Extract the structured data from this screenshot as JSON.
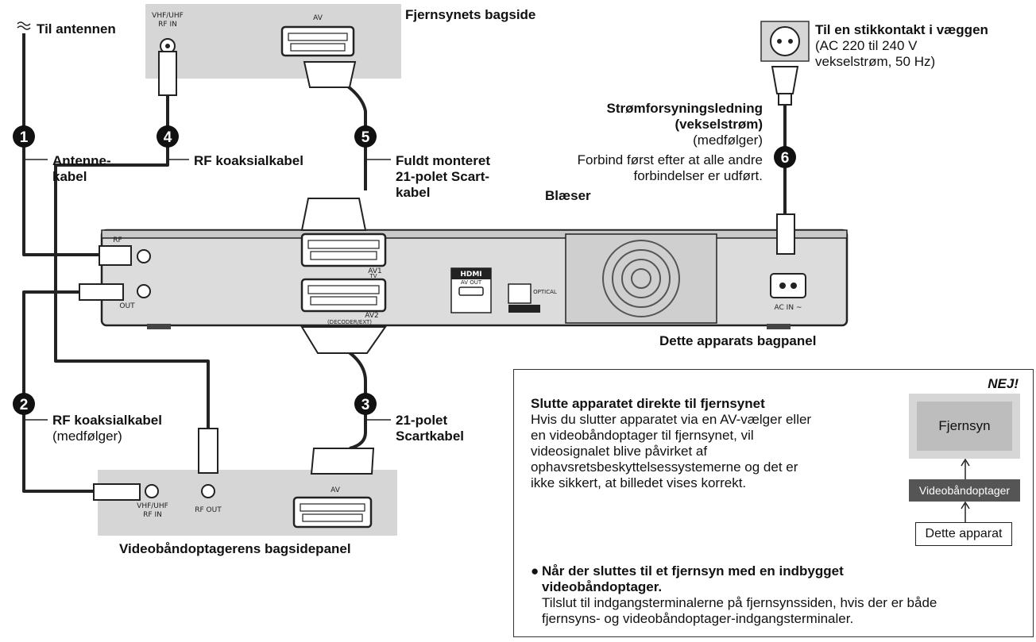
{
  "labels": {
    "til_antennen": "Til antennen",
    "tv_back": "Fjernsynets bagside",
    "wall_socket": "Til en stikkontakt i væggen",
    "wall_socket_detail": [
      "(AC 220 til 240 V",
      "vekselstrøm, 50 Hz)"
    ],
    "power_cord_title": [
      "Strømforsyningsledning",
      "(vekselstrøm)"
    ],
    "power_cord_sub": "(medfølger)",
    "power_cord_note": [
      "Forbind først efter at alle andre",
      "forbindelser er udført."
    ],
    "antenna_cable": [
      "Antenne-",
      "kabel"
    ],
    "rf_coax_4": "RF koaksialkabel",
    "scart_full": [
      "Fuldt monteret",
      "21-polet Scart-",
      "kabel"
    ],
    "blower": "Blæser",
    "unit_back": "Dette apparats bagpanel",
    "rf_coax_2": "RF koaksialkabel",
    "rf_coax_2_sub": "(medfølger)",
    "scart_3": [
      "21-polet",
      "Scartkabel"
    ],
    "vcr_back": "Videobåndoptagerens bagsidepanel"
  },
  "steps": [
    "1",
    "2",
    "3",
    "4",
    "5",
    "6"
  ],
  "panel_text": {
    "tv_vhf": [
      "VHF/UHF",
      "RF IN"
    ],
    "tv_av": "AV",
    "unit_rf": "RF",
    "unit_out": "OUT",
    "unit_av1": [
      "AV1",
      "TV"
    ],
    "unit_av2": [
      "AV2",
      "(DECODER/EXT)"
    ],
    "hdmi": [
      "HDMI",
      "AV OUT"
    ],
    "optical": "OPTICAL",
    "ac_in": "AC IN ~",
    "vcr_vhf": [
      "VHF/UHF",
      "RF IN"
    ],
    "vcr_rfout": "RF OUT",
    "vcr_av": "AV"
  },
  "box": {
    "nej": "NEJ!",
    "title": "Slutte apparatet direkte til fjernsynet",
    "body": [
      "Hvis du slutter apparatet via en AV-vælger eller",
      "en videobåndoptager til fjernsynet, vil",
      "videosignalet blive påvirket af",
      "ophavsretsbeskyttelsessystemerne og det er",
      "ikke sikkert, at billedet vises korrekt."
    ],
    "diagram": {
      "tv": "Fjernsyn",
      "vcr": "Videobåndoptager",
      "unit": "Dette apparat"
    },
    "bullet_title": [
      "Når der sluttes til et fjernsyn med en indbygget",
      "videobåndoptager."
    ],
    "bullet_body": [
      "Tilslut til indgangsterminalerne på fjernsynssiden, hvis der er både",
      "fjernsyns- og videobåndoptager-indgangsterminaler."
    ]
  }
}
